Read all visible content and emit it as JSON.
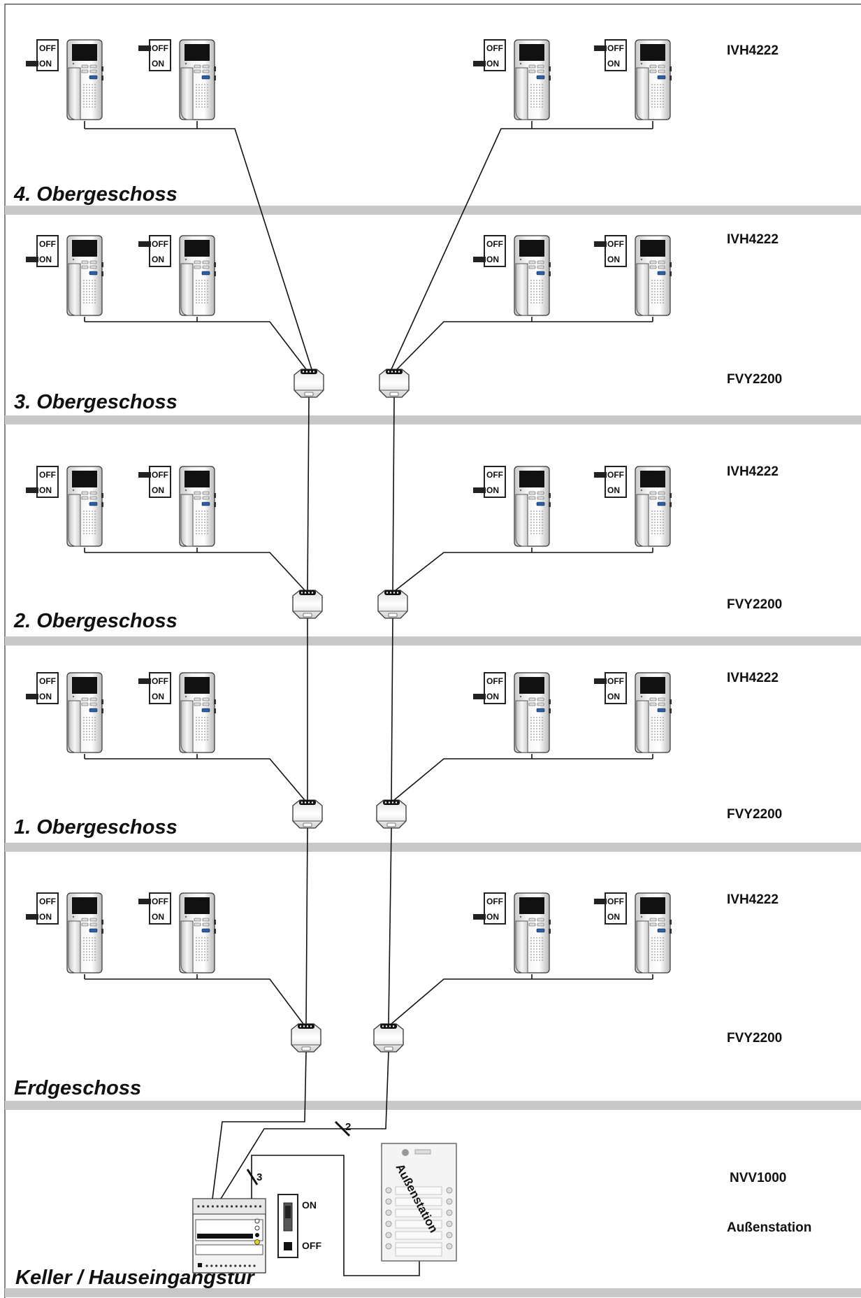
{
  "floors": [
    {
      "label": "4. Obergeschoss"
    },
    {
      "label": "3. Obergeschoss"
    },
    {
      "label": "2. Obergeschoss"
    },
    {
      "label": "1. Obergeschoss"
    },
    {
      "label": "Erdgeschoss"
    },
    {
      "label": "Keller / Hauseingangstür"
    }
  ],
  "devices": {
    "monitor": "IVH4222",
    "distributor": "FVY2200",
    "power_supply": "NVV1000",
    "outdoor": "Außenstation"
  },
  "switch": {
    "off": "OFF",
    "on": "ON"
  },
  "outdoor_station_text": "Außenstation",
  "cable_counts": {
    "bus": "2",
    "door": "3"
  },
  "colors": {
    "floor_band": "#c8c8c8",
    "device_body": "#f0f0f0",
    "screen": "#111111",
    "button": "#2a5fa8"
  }
}
